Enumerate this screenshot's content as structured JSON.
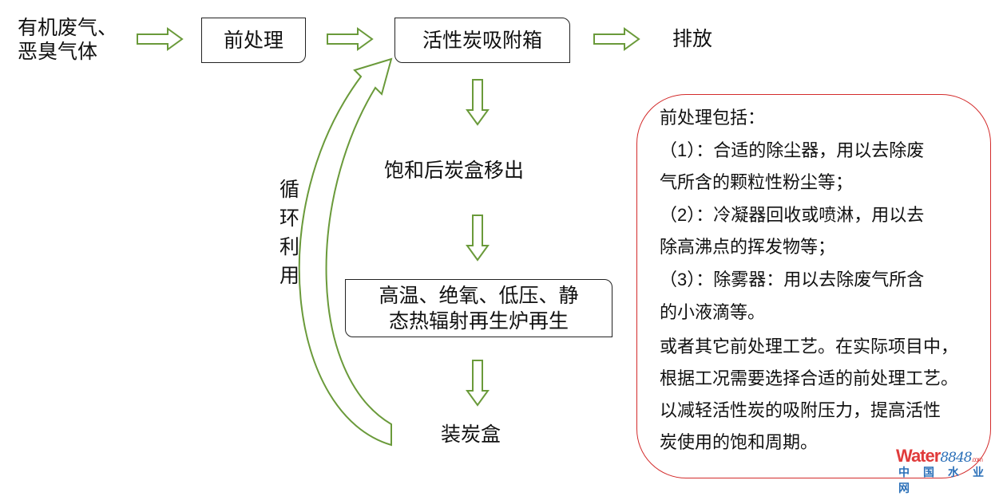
{
  "diagram": {
    "source": [
      "有机废气、",
      "恶臭气体"
    ],
    "pretreat": "前处理",
    "adsorber": "活性炭吸附箱",
    "discharge": "排放",
    "step_saturated": "饱和后炭盒移出",
    "regen": [
      "高温、绝氧、低压、静",
      "态热辐射再生炉再生"
    ],
    "step_load": "装炭盒",
    "loop_label": [
      "循",
      "环",
      "利",
      "用"
    ],
    "note_lines": [
      "前处理包括：",
      "（1）：合适的除尘器，用以去除废",
      "气所含的颗粒性粉尘等；",
      "（2）：冷凝器回收或喷淋，用以去",
      "除高沸点的挥发物等；",
      "（3）：除雾器：用以去除废气所含",
      "的小液滴等。",
      "或者其它前处理工艺。在实际项目中，",
      "根据工况需要选择合适的前处理工艺。",
      "以减轻活性炭的吸附压力，提高活性",
      "炭使用的饱和周期。"
    ],
    "colors": {
      "arrow": "#6a9a3a",
      "note_border": "#d32b2b"
    }
  },
  "watermark": {
    "brand": "Water",
    "num": "8848",
    "dom": ".com",
    "cn": "中国水业网"
  }
}
